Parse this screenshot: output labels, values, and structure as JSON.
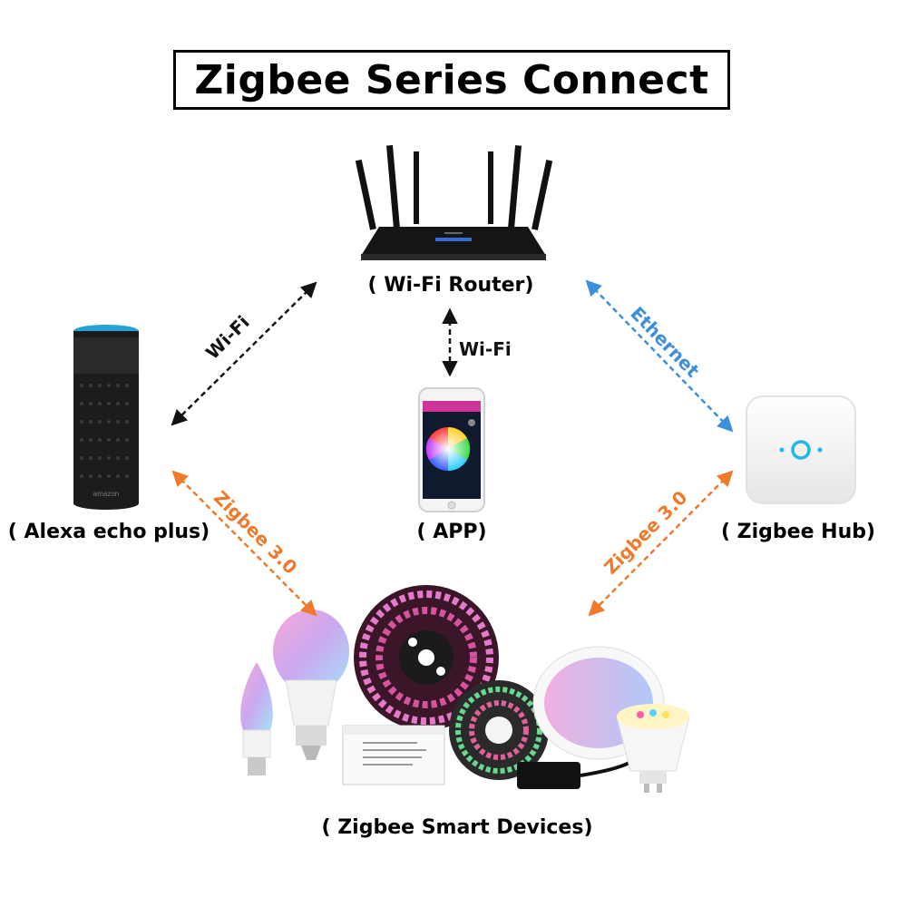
{
  "title": "Zigbee Series Connect",
  "nodes": {
    "router": "( Wi-Fi Router)",
    "alexa": "( Alexa echo plus)",
    "app": "( APP)",
    "hub": "( Zigbee Hub)",
    "devices": "( Zigbee Smart Devices)"
  },
  "links": {
    "wifi_left": "Wi-Fi",
    "wifi_center": "Wi-Fi",
    "ethernet": "Ethernet",
    "zigbee_left": "Zigbee 3.0",
    "zigbee_right": "Zigbee 3.0"
  },
  "device_labels": {
    "alexa_brand": "amazon"
  },
  "colors": {
    "wifi": "#111111",
    "ethernet": "#3d8fd9",
    "zigbee": "#ee7a2a",
    "hub_led": "#1fb8e6"
  },
  "icons": [
    "router-icon",
    "alexa-speaker-icon",
    "smartphone-app-icon",
    "zigbee-hub-icon",
    "smart-devices-icon"
  ]
}
